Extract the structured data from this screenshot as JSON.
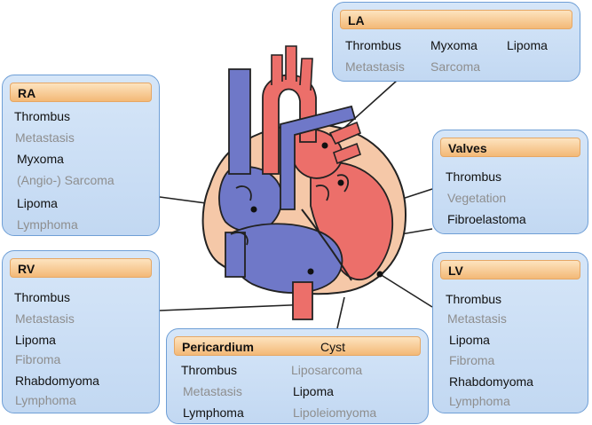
{
  "palette": {
    "box_fill": "#cfe1f6",
    "box_border": "#6f9fd6",
    "header_fill": "#f6c28b",
    "common_text": "#111111",
    "rare_text": "#8e8e8e",
    "deoxygenated_blue": "#6f78c8",
    "oxygenated_red": "#ec6f6a",
    "pericardium_peach": "#f5c8a8"
  },
  "boxes": {
    "la": {
      "title": "LA",
      "items": [
        {
          "text": "Thrombus",
          "emphasis": "common"
        },
        {
          "text": "Myxoma",
          "emphasis": "common"
        },
        {
          "text": "Lipoma",
          "emphasis": "common"
        },
        {
          "text": "Metastasis",
          "emphasis": "rare"
        },
        {
          "text": "Sarcoma",
          "emphasis": "rare"
        }
      ]
    },
    "ra": {
      "title": "RA",
      "items": [
        {
          "text": "Thrombus",
          "emphasis": "common"
        },
        {
          "text": "Metastasis",
          "emphasis": "rare"
        },
        {
          "text": "Myxoma",
          "emphasis": "common"
        },
        {
          "text": "(Angio-) Sarcoma",
          "emphasis": "rare"
        },
        {
          "text": "Lipoma",
          "emphasis": "common"
        },
        {
          "text": "Lymphoma",
          "emphasis": "rare"
        }
      ]
    },
    "valves": {
      "title": "Valves",
      "items": [
        {
          "text": "Thrombus",
          "emphasis": "common"
        },
        {
          "text": "Vegetation",
          "emphasis": "rare"
        },
        {
          "text": "Fibroelastoma",
          "emphasis": "common"
        }
      ]
    },
    "rv": {
      "title": "RV",
      "items": [
        {
          "text": "Thrombus",
          "emphasis": "common"
        },
        {
          "text": "Metastasis",
          "emphasis": "rare"
        },
        {
          "text": "Lipoma",
          "emphasis": "common"
        },
        {
          "text": "Fibroma",
          "emphasis": "rare"
        },
        {
          "text": "Rhabdomyoma",
          "emphasis": "common"
        },
        {
          "text": "Lymphoma",
          "emphasis": "rare"
        }
      ]
    },
    "lv": {
      "title": "LV",
      "items": [
        {
          "text": "Thrombus",
          "emphasis": "common"
        },
        {
          "text": "Metastasis",
          "emphasis": "rare"
        },
        {
          "text": "Lipoma",
          "emphasis": "common"
        },
        {
          "text": "Fibroma",
          "emphasis": "rare"
        },
        {
          "text": "Rhabdomyoma",
          "emphasis": "common"
        },
        {
          "text": "Lymphoma",
          "emphasis": "rare"
        }
      ]
    },
    "pericardium": {
      "title": "Pericardium",
      "header_extra": "Cyst",
      "items": [
        {
          "text": "Thrombus",
          "emphasis": "common"
        },
        {
          "text": "Liposarcoma",
          "emphasis": "rare"
        },
        {
          "text": "Metastasis",
          "emphasis": "rare"
        },
        {
          "text": "Lipoma",
          "emphasis": "common"
        },
        {
          "text": "Lymphoma",
          "emphasis": "common"
        },
        {
          "text": "Lipoleiomyoma",
          "emphasis": "rare"
        }
      ]
    }
  }
}
